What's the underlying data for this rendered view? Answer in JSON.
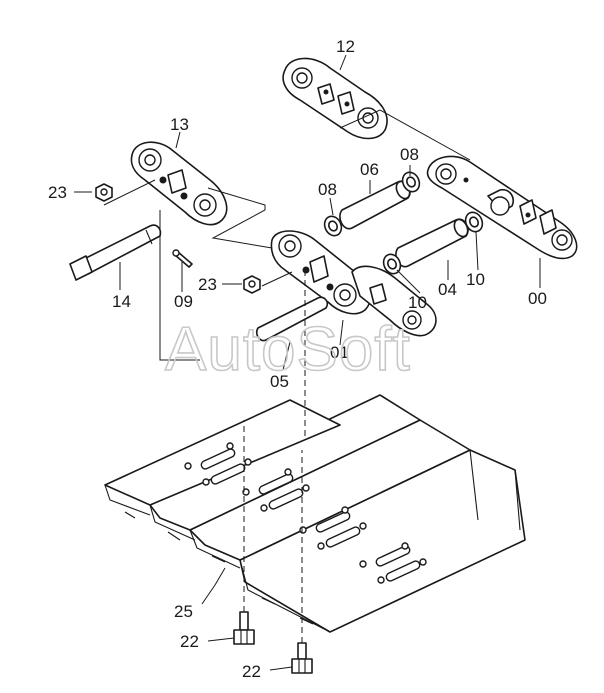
{
  "watermark": "AutoSoft",
  "callouts": {
    "c12": "12",
    "c13": "13",
    "c23a": "23",
    "c14": "14",
    "c09": "09",
    "c06": "06",
    "c08a": "08",
    "c08b": "08",
    "c23b": "23",
    "c10a": "10",
    "c04": "04",
    "c10b": "10",
    "c00": "00",
    "c01": "01",
    "c05": "05",
    "c25": "25",
    "c22a": "22",
    "c22b": "22"
  }
}
